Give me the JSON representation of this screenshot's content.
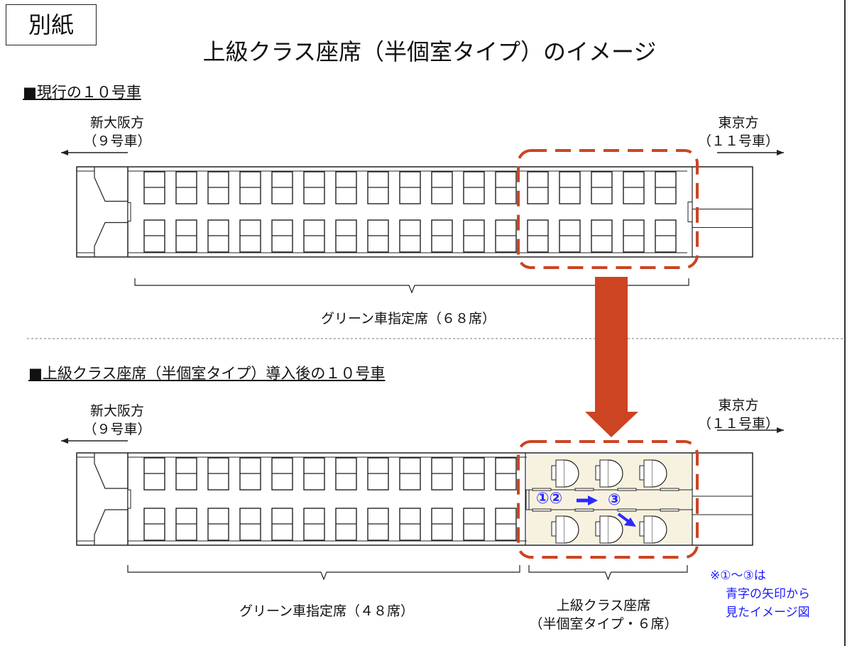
{
  "stamp": "別紙",
  "title": "上級クラス座席（半個室タイプ）のイメージ",
  "current": {
    "heading": "■現行の１０号車",
    "left_dir": [
      "新大阪方",
      "（９号車）"
    ],
    "right_dir": [
      "東京方",
      "（１１号車）"
    ],
    "seat_label": "グリーン車指定席（６８席）",
    "seat_columns": 17
  },
  "after": {
    "heading": "■上級クラス座席（半個室タイプ）導入後の１０号車",
    "left_dir": [
      "新大阪方",
      "（９号車）"
    ],
    "right_dir": [
      "東京方",
      "（１１号車）"
    ],
    "seat_label": "グリーン車指定席（４８席）",
    "premium_label": [
      "上級クラス座席",
      "（半個室タイプ・６席）"
    ],
    "seat_columns": 12,
    "compartments_per_side": 3,
    "view_markers": [
      "①②",
      "③"
    ]
  },
  "note": [
    "※①～③は",
    "青字の矢印から",
    "見たイメージ図"
  ],
  "colors": {
    "highlight": "#cc4422",
    "premium_fill": "#f7f2e0",
    "marker": "#2a2aff"
  }
}
